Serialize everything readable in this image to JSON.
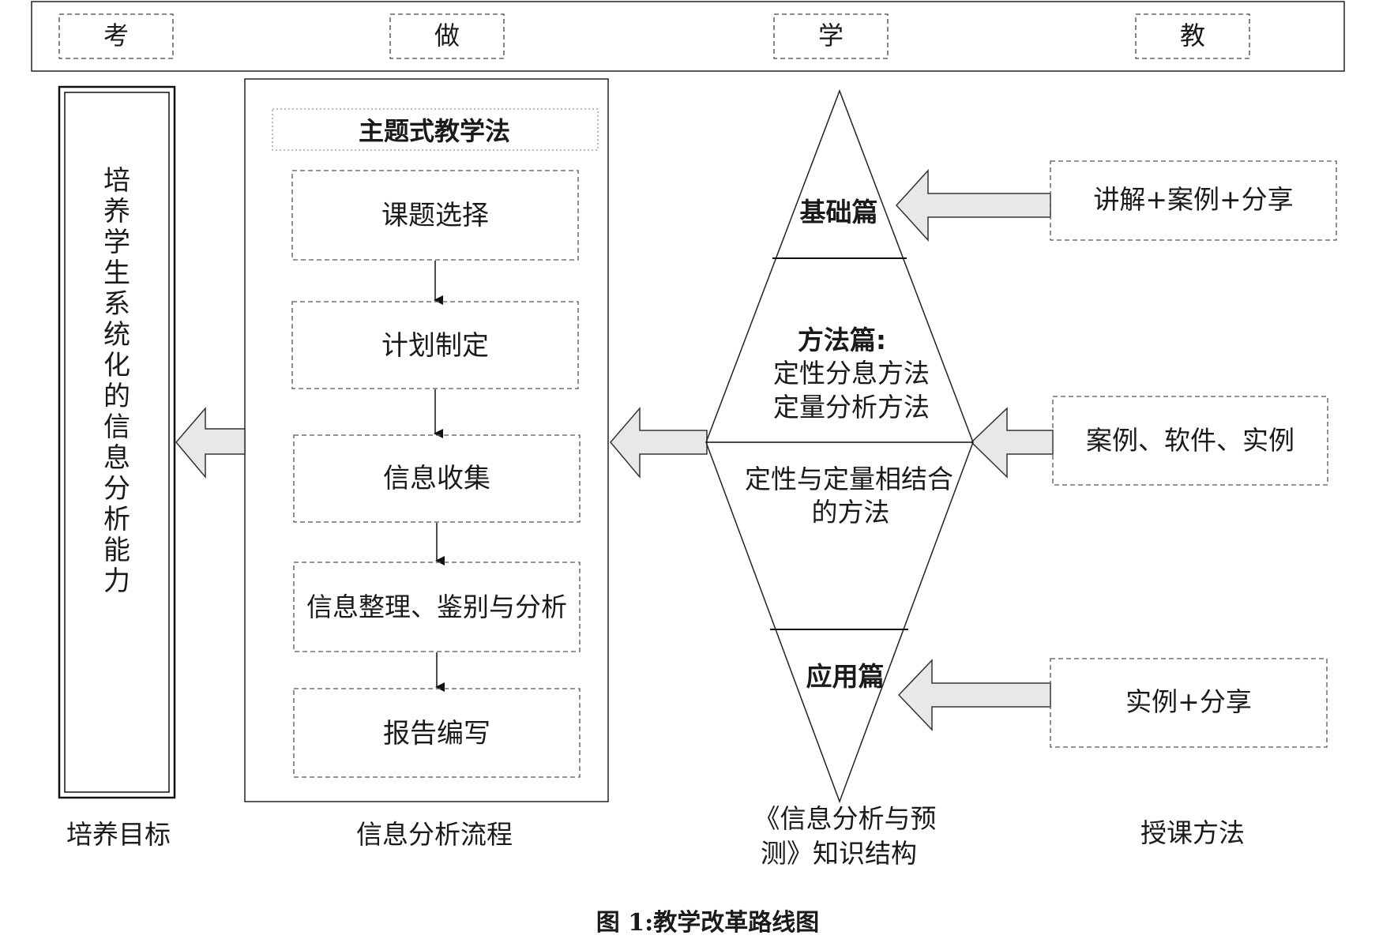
{
  "header": {
    "kao": "考",
    "zuo": "做",
    "xue": "学",
    "jiao": "教"
  },
  "goal": {
    "vertical_text": "培养学生系统化的信息分析能力",
    "caption": "培养目标"
  },
  "process": {
    "title": "主题式教学法",
    "steps": [
      "课题选择",
      "计划制定",
      "信息收集",
      "信息整理、鉴别与分析",
      "报告编写"
    ],
    "caption": "信息分析流程"
  },
  "knowledge": {
    "basic": "基础篇",
    "method_title": "方法篇:",
    "method_line1": "定性分息方法",
    "method_line2": "定量分析方法",
    "combined_line1": "定性与定量相结合",
    "combined_line2": "的方法",
    "application": "应用篇",
    "caption_line1": "《信息分析与预",
    "caption_line2": "测》知识结构"
  },
  "teaching": {
    "methods": [
      "讲解+案例+分享",
      "案例、软件、实例",
      "实例+分享"
    ],
    "caption": "授课方法"
  },
  "figure_caption": "图 1:教学改革路线图"
}
